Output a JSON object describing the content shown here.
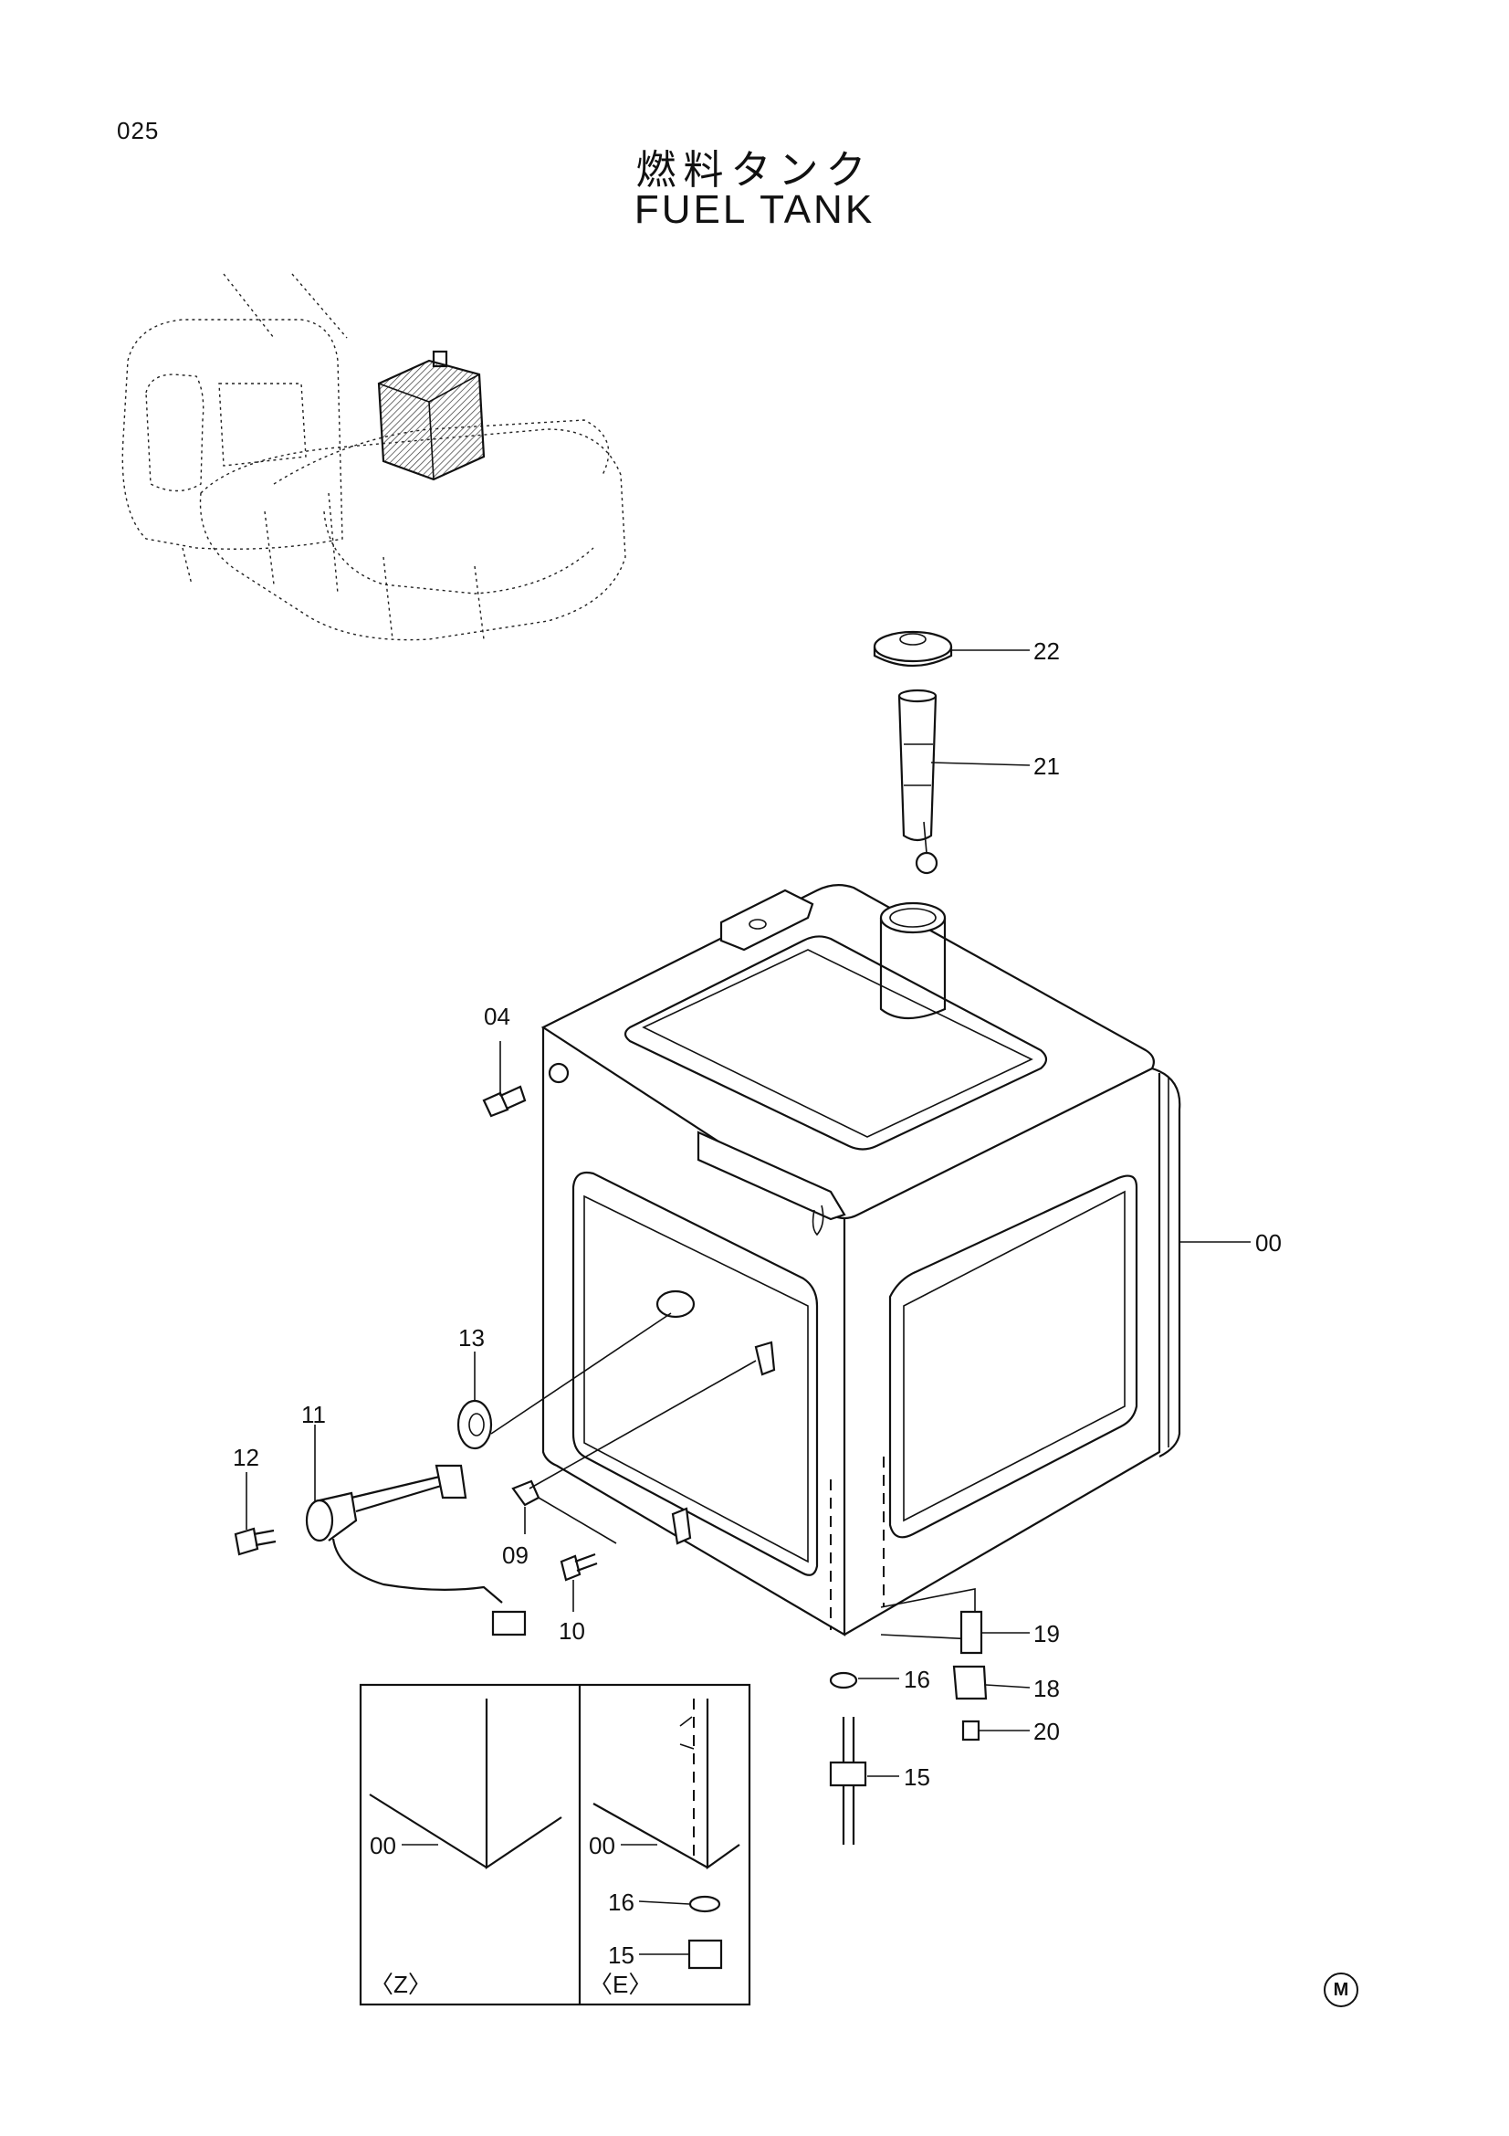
{
  "page": {
    "number": "025"
  },
  "title": {
    "japanese": "燃料タンク",
    "english": "FUEL TANK"
  },
  "callouts": {
    "c00": "00",
    "c04": "04",
    "c09": "09",
    "c10": "10",
    "c11": "11",
    "c12": "12",
    "c13": "13",
    "c15": "15",
    "c16": "16",
    "c18": "18",
    "c19": "19",
    "c20": "20",
    "c21": "21",
    "c22": "22"
  },
  "detail_views": {
    "z": {
      "label": "〈Z〉",
      "callout_00": "00"
    },
    "e": {
      "label": "〈E〉",
      "callout_00": "00",
      "callout_16": "16",
      "callout_15": "15"
    }
  },
  "mark": {
    "symbol": "M"
  }
}
